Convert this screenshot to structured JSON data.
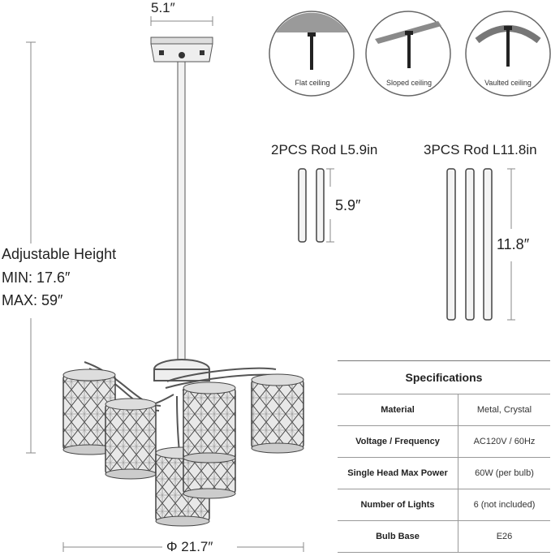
{
  "dimensions": {
    "canopy_width": "5.1″",
    "diameter": "Φ 21.7″"
  },
  "height": {
    "title": "Adjustable Height",
    "min": "MIN:  17.6″",
    "max": "MAX: 59″"
  },
  "ceilings": [
    {
      "label": "Flat ceiling"
    },
    {
      "label": "Sloped ceiling"
    },
    {
      "label": "Vaulted ceiling"
    }
  ],
  "rods": [
    {
      "title": "2PCS Rod L5.9in",
      "length_label": "5.9″"
    },
    {
      "title": "3PCS Rod L11.8in",
      "length_label": "11.8″"
    }
  ],
  "specifications": {
    "title": "Specifications",
    "rows": [
      {
        "key": "Material",
        "value": "Metal, Crystal"
      },
      {
        "key": "Voltage / Frequency",
        "value": "AC120V / 60Hz"
      },
      {
        "key": "Single Head Max Power",
        "value": "60W (per bulb)"
      },
      {
        "key": "Number of Lights",
        "value": "6 (not included)"
      },
      {
        "key": "Bulb Base",
        "value": "E26"
      }
    ]
  }
}
